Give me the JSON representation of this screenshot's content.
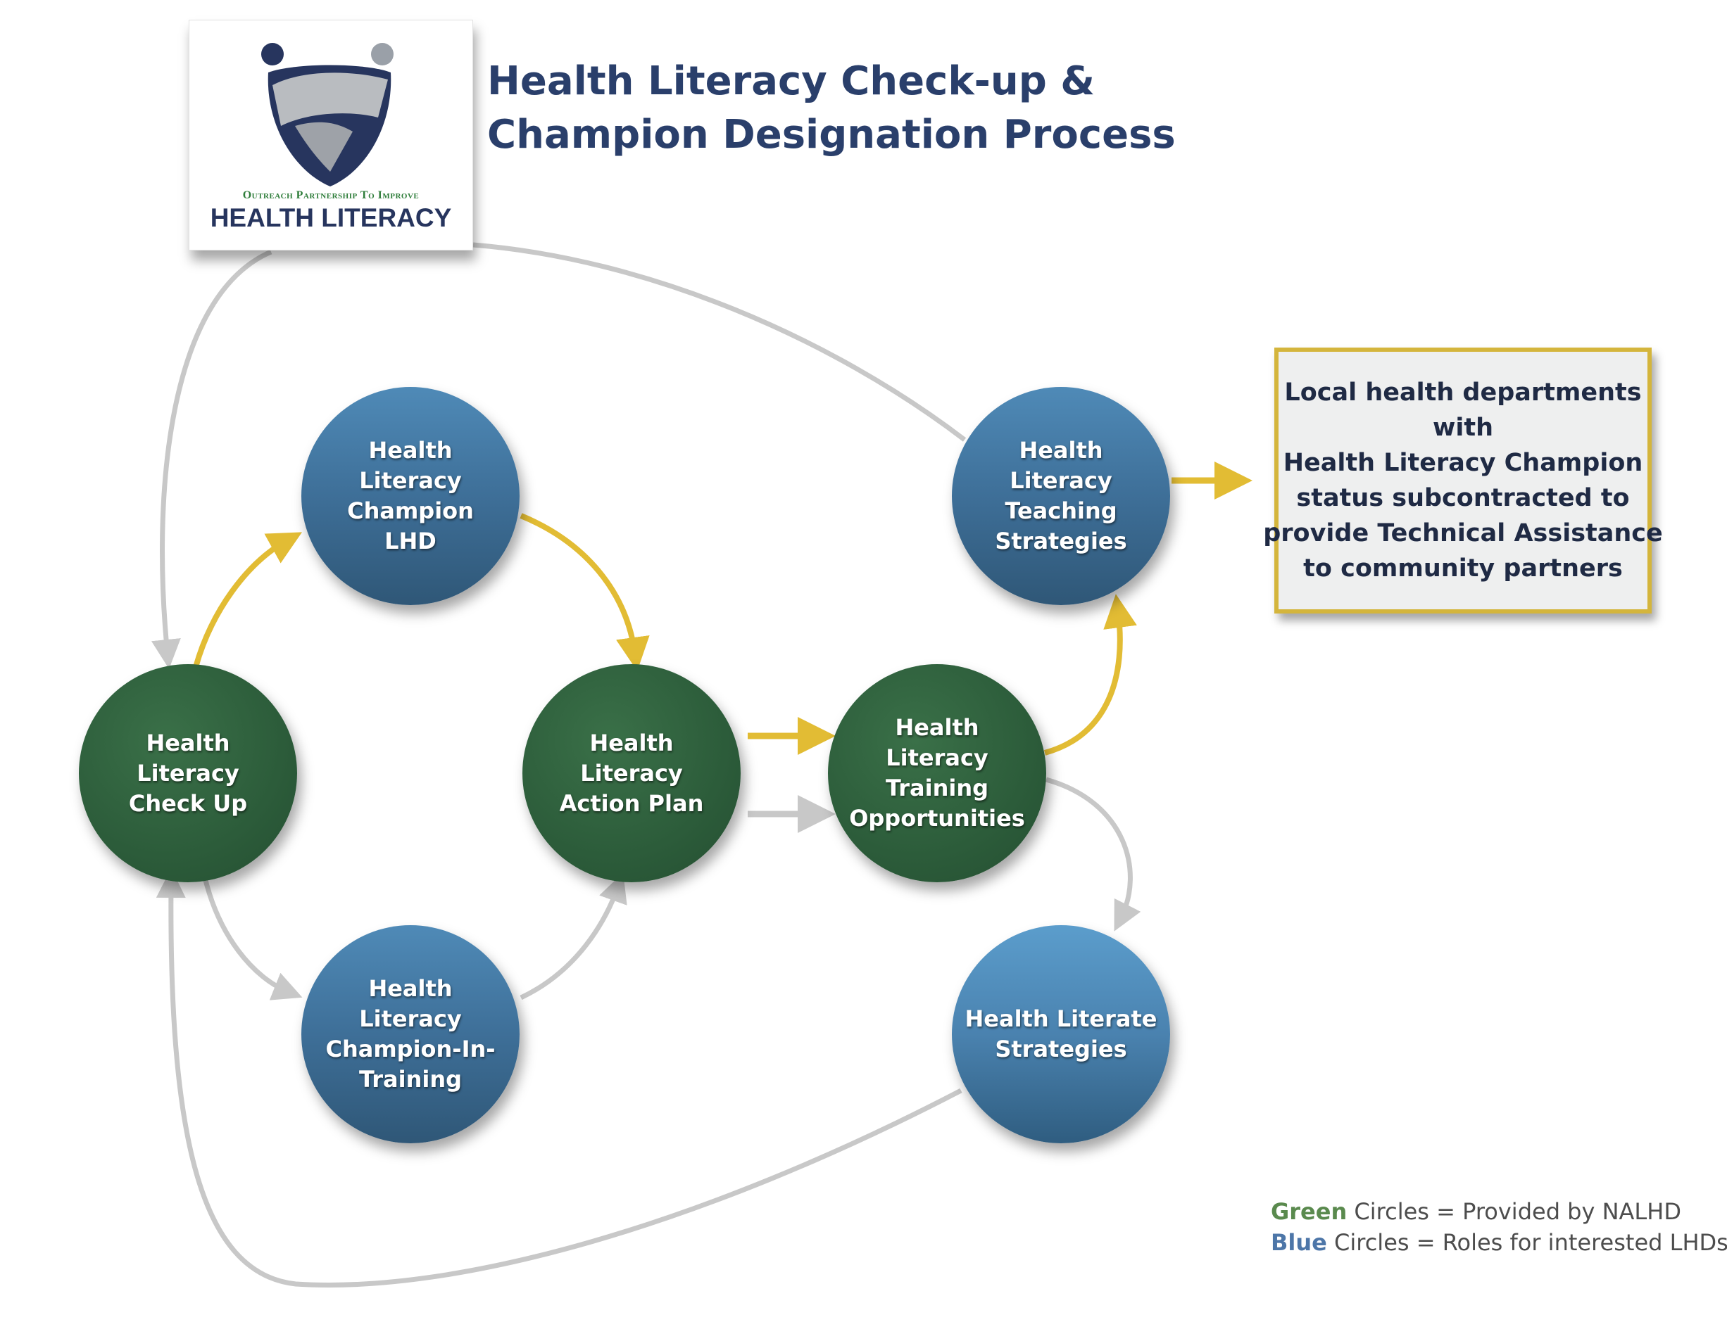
{
  "title": {
    "line1": "Health Literacy Check-up &",
    "line2": "Champion Designation Process"
  },
  "logo": {
    "subtitle": "Outreach Partnership To Improve",
    "main": "HEALTH LITERACY"
  },
  "nodes": {
    "check_up": "Health Literacy\nCheck Up",
    "champion_lhd": "Health\nLiteracy\nChampion\nLHD",
    "action_plan": "Health Literacy\nAction Plan",
    "champion_in_training": "Health\nLiteracy\nChampion-In-\nTraining",
    "training_opportunities": "Health Literacy\nTraining\nOpportunities",
    "teaching_strategies": "Health\nLiteracy\nTeaching\nStrategies",
    "literate_strategies": "Health Literate\nStrategies"
  },
  "info_box": [
    "Local health departments",
    "with",
    "Health Literacy Champion",
    "status subcontracted to",
    "provide Technical Assistance",
    "to community partners"
  ],
  "legend": {
    "green_word": "Green",
    "green_rest": " Circles = Provided by NALHD",
    "blue_word": "Blue",
    "blue_rest": " Circles = Roles for interested LHDs"
  },
  "colors": {
    "green_circle": "#2c5c3a",
    "blue_circle": "#3e6f98",
    "gold_arrow": "#e2bc34",
    "gray_arrow": "#c8c8c8",
    "title": "#2a3f6b"
  }
}
